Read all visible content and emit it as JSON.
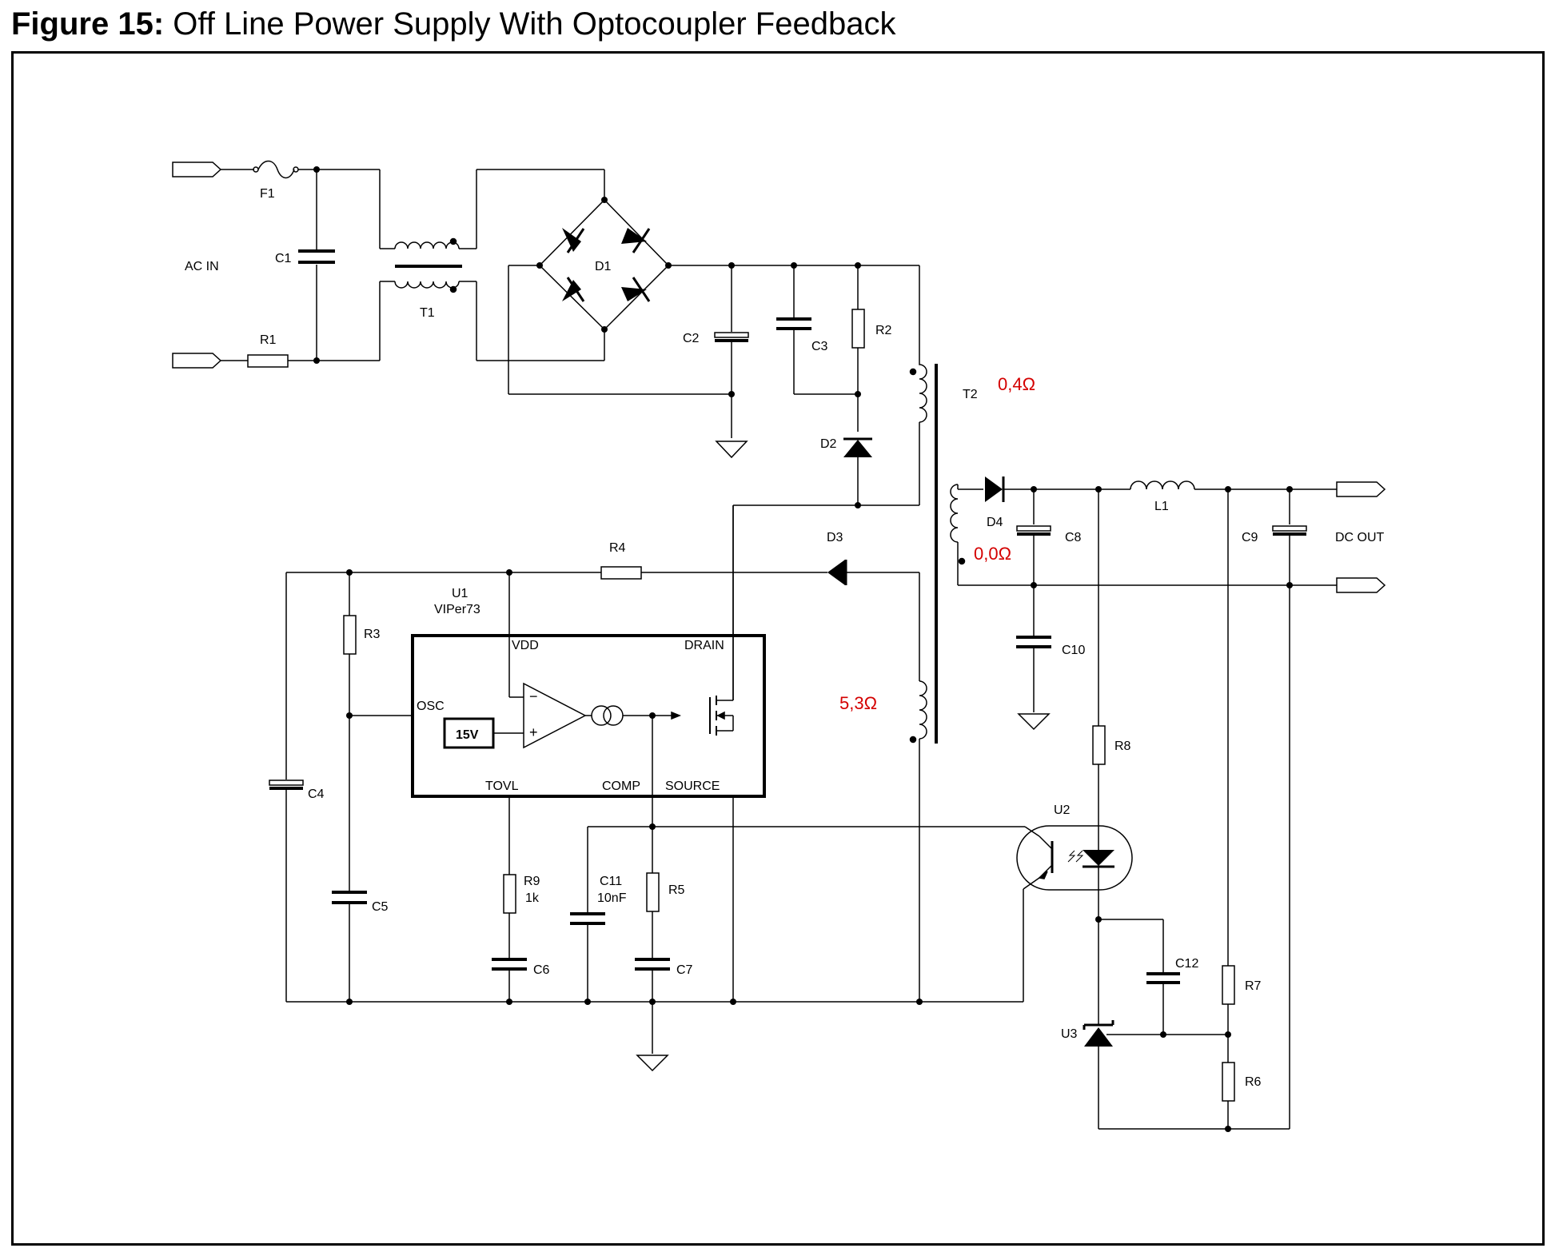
{
  "title": {
    "prefix": "Figure 15:",
    "text": " Off Line Power Supply With Optocoupler Feedback"
  },
  "labels": {
    "F1": "F1",
    "AC_IN": "AC IN",
    "C1": "C1",
    "R1": "R1",
    "T1": "T1",
    "D1": "D1",
    "C2": "C2",
    "C3": "C3",
    "R2": "R2",
    "T2": "T2",
    "D2": "D2",
    "D4": "D4",
    "L1": "L1",
    "C8": "C8",
    "C9": "C9",
    "DC_OUT": "DC OUT",
    "C10": "C10",
    "D3": "D3",
    "R4": "R4",
    "U1": "U1",
    "U1_part": "VIPer73",
    "R3": "R3",
    "VDD": "VDD",
    "DRAIN": "DRAIN",
    "OSC": "OSC",
    "V15": "15V",
    "TOVL": "TOVL",
    "COMP": "COMP",
    "SOURCE": "SOURCE",
    "C4": "C4",
    "C5": "C5",
    "R9": "R9",
    "R9_val": "1k",
    "C11": "C11",
    "C11_val": "10nF",
    "R5": "R5",
    "C6": "C6",
    "C7": "C7",
    "R8": "R8",
    "U2": "U2",
    "C12": "C12",
    "U3": "U3",
    "R7": "R7",
    "R6": "R6"
  },
  "winding_resistances": {
    "primary": "0,4Ω",
    "secondary": "0,0Ω",
    "auxiliary": "5,3Ω"
  },
  "colors": {
    "line": "#000000",
    "annotation": "#d40000"
  }
}
